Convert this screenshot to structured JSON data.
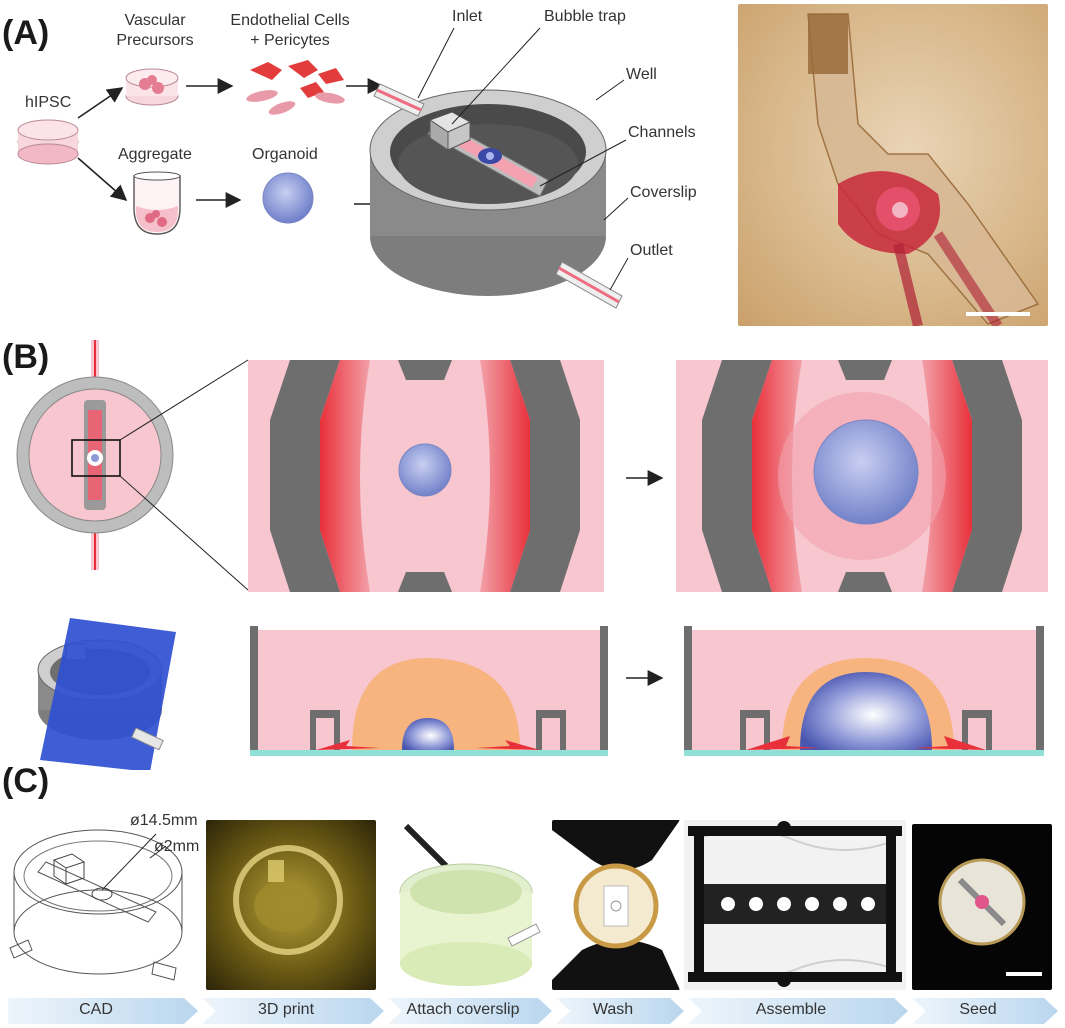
{
  "panels": {
    "a": {
      "label": "(A)",
      "cells": {
        "hipsc": "hIPSC",
        "vascular_line1": "Vascular",
        "vascular_line2": "Precursors",
        "endo_line1": "Endothelial Cells",
        "endo_line2": "+ Pericytes",
        "aggregate": "Aggregate",
        "organoid": "Organoid"
      },
      "device": {
        "inlet": "Inlet",
        "bubble_trap": "Bubble trap",
        "well": "Well",
        "channels": "Channels",
        "coverslip": "Coverslip",
        "outlet": "Outlet"
      }
    },
    "b": {
      "label": "(B)"
    },
    "c": {
      "label": "(C)",
      "dim_outer": "ø14.5mm",
      "dim_inner": "ø2mm",
      "steps": [
        "CAD",
        "3D print",
        "Attach coverslip",
        "Wash",
        "Assemble",
        "Seed"
      ]
    }
  },
  "colors": {
    "pink_medium": "#f7c6cf",
    "red_channel": "#e8303a",
    "wall_gray": "#6e6e6e",
    "organoid_blue": "#8e9ad6",
    "gel_orange": "#f7b47f",
    "coverslip_teal": "#8fe0d6",
    "arrow_band": "#c7dff0"
  }
}
